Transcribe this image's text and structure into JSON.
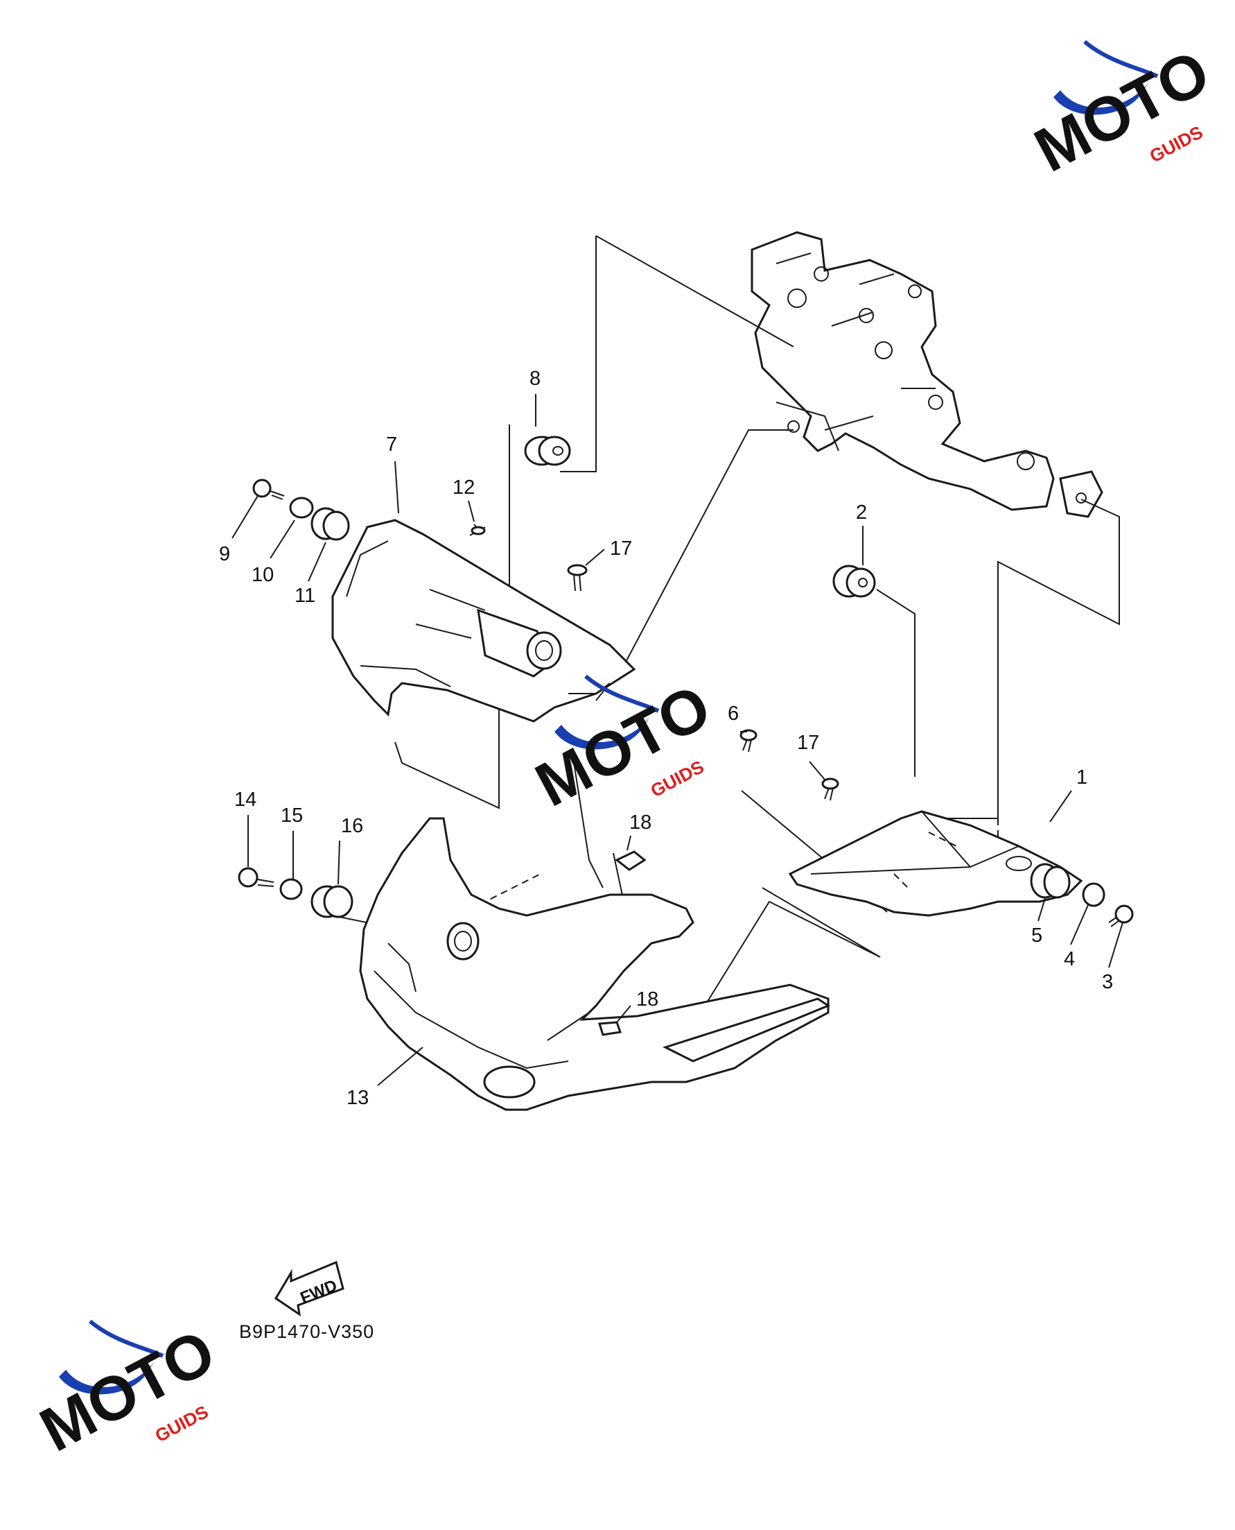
{
  "callouts": [
    {
      "label": "1"
    },
    {
      "label": "2"
    },
    {
      "label": "3"
    },
    {
      "label": "4"
    },
    {
      "label": "5"
    },
    {
      "label": "6"
    },
    {
      "label": "7"
    },
    {
      "label": "8"
    },
    {
      "label": "9"
    },
    {
      "label": "10"
    },
    {
      "label": "11"
    },
    {
      "label": "12"
    },
    {
      "label": "13"
    },
    {
      "label": "14"
    },
    {
      "label": "15"
    },
    {
      "label": "16"
    },
    {
      "label": "17"
    },
    {
      "label": "17"
    },
    {
      "label": "18"
    },
    {
      "label": "18"
    }
  ],
  "fwd_label": "FWD",
  "diagram_code": "B9P1470-V350",
  "watermark": {
    "letters": "MOTO",
    "suffix": "GUIDS"
  },
  "colors": {
    "logo_red": "#e21b1b",
    "logo_blue": "#1a3fb0",
    "logo_black": "#111111"
  }
}
